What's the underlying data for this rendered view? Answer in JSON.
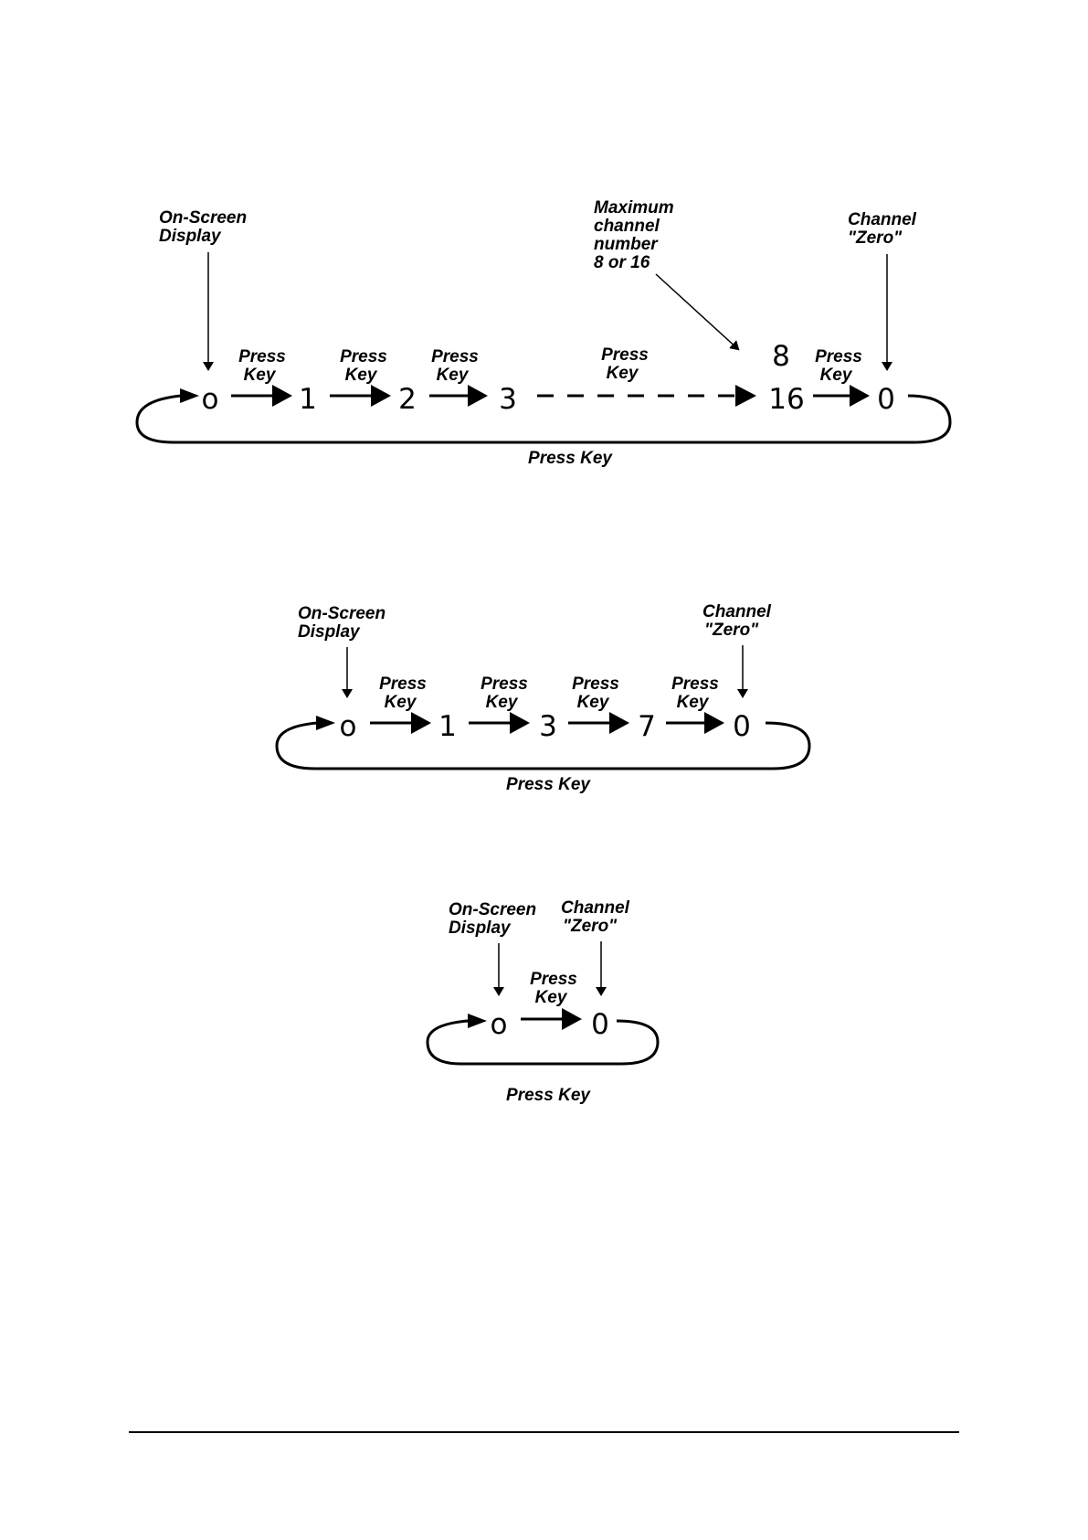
{
  "labels": {
    "on_screen_line1": "On-Screen",
    "on_screen_line2": "Display",
    "channel_line1": "Channel",
    "channel_line2": "\"Zero\"",
    "press": "Press",
    "key": "Key",
    "press_key": "Press Key",
    "maximum_line1": "Maximum",
    "maximum_line2": "channel",
    "maximum_line3": "number",
    "maximum_line4": "8 or 16"
  },
  "diagram1": {
    "values": [
      "o",
      "1",
      "2",
      "3",
      "16",
      "0"
    ],
    "alt_max": "8"
  },
  "diagram2": {
    "values": [
      "o",
      "1",
      "3",
      "7",
      "0"
    ]
  },
  "diagram3": {
    "values": [
      "o",
      "0"
    ]
  }
}
